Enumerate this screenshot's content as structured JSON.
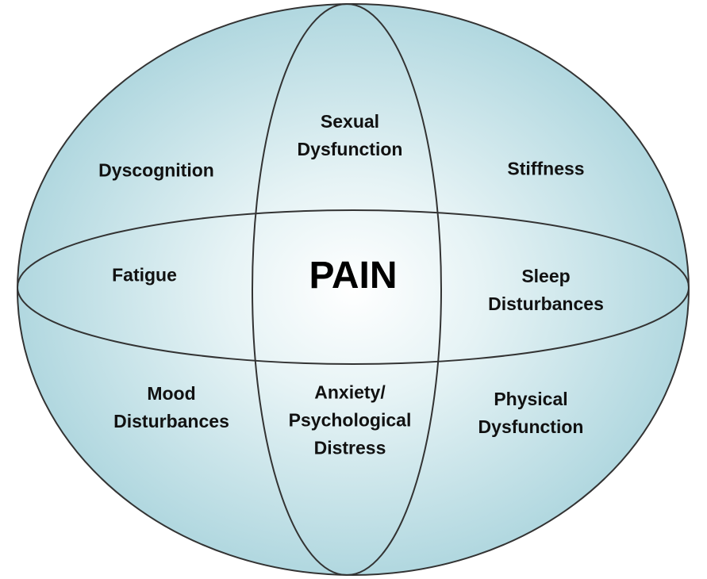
{
  "colors": {
    "edge": "#a8d3dc",
    "center": "#ffffff",
    "stroke": "#333333"
  },
  "center_label": "PAIN",
  "labels": {
    "dyscognition": "Dyscognition",
    "sexual_1": "Sexual",
    "sexual_2": "Dysfunction",
    "stiffness": "Stiffness",
    "fatigue": "Fatigue",
    "sleep_1": "Sleep",
    "sleep_2": "Disturbances",
    "mood_1": "Mood",
    "mood_2": "Disturbances",
    "anxiety_1": "Anxiety/",
    "anxiety_2": "Psychological",
    "anxiety_3": "Distress",
    "physical_1": "Physical",
    "physical_2": "Dysfunction"
  }
}
